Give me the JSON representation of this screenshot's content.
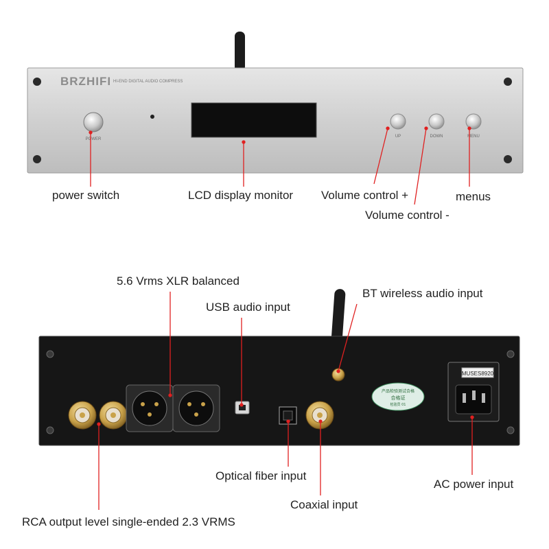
{
  "front_panel": {
    "brand": "BRZHIFI",
    "subtitle": "HI-END DIGITAL AUDIO COMPRESS",
    "power_label": "POWER",
    "buttons": [
      "UP",
      "DOWN",
      "MENU"
    ]
  },
  "front_callouts": {
    "power_switch": "power switch",
    "lcd": "LCD display monitor",
    "volume_up": "Volume control +",
    "menus": "menus",
    "volume_down": "Volume control -"
  },
  "rear_callouts": {
    "xlr": "5.6 Vrms XLR balanced",
    "usb": "USB audio input",
    "bt": "BT wireless audio input",
    "optical": "Optical fiber input",
    "ac": "AC power input",
    "coaxial": "Coaxial input",
    "rca": "RCA output level single-ended 2.3 VRMS"
  },
  "rear_panel": {
    "fuse_label": "MUSES8920",
    "sticker_line1": "产品检验测试合格",
    "sticker_line2": "合格证",
    "sticker_line3": "检验员 01"
  },
  "colors": {
    "front_panel": "#d4d4d4",
    "rear_panel": "#161616",
    "callout_line": "#e02020",
    "gold": "#c9a24a"
  }
}
